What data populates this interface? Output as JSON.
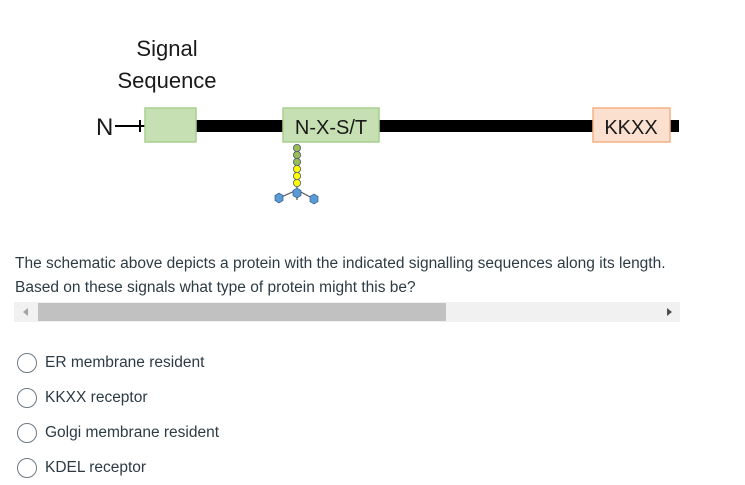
{
  "figure": {
    "signal_label_line1": "Signal",
    "signal_label_line2": "Sequence",
    "n_terminus": "N",
    "glyco_motif": "N-X-S/T",
    "retrieval_motif": "KKXX",
    "colors": {
      "signal_box": "#c6e0b4",
      "signal_border": "#a9d18e",
      "kkxx_box": "#fbe0d0",
      "kkxx_border": "#f4b183",
      "backbone": "#000000",
      "glycan_green": "#9bbb59",
      "glycan_yellow": "#ffff00",
      "glycan_blue": "#5b9bd5"
    }
  },
  "question": {
    "text": "The schematic above depicts a protein with the indicated signalling sequences along its length. Based on these signals what type of protein might this be?"
  },
  "options": [
    {
      "label": "ER membrane resident"
    },
    {
      "label": "KKXX receptor"
    },
    {
      "label": "Golgi membrane resident"
    },
    {
      "label": "KDEL receptor"
    }
  ]
}
